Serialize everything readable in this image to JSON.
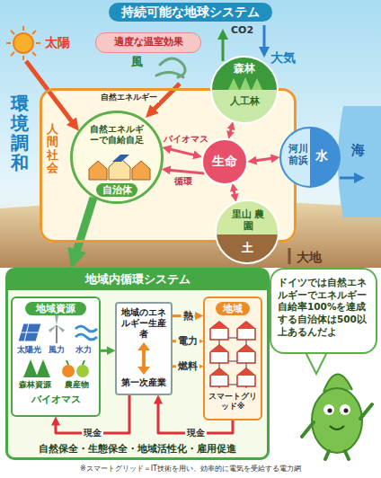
{
  "diagram": {
    "title": "持続可能な地球システム",
    "caption": "※スマートグリッド＝IT技術を用い、効率的に電気を受給する電力網",
    "nodes": [
      {
        "text": [
          "人間社会"
        ]
      },
      {
        "text": [
          "自然エネルギーで自給自足",
          "自治体"
        ],
        "in": 0
      },
      {
        "text": [
          "生命"
        ],
        "in": 0
      },
      {
        "text": [
          "森林",
          "人工林"
        ]
      },
      {
        "text": [
          "河川前浜",
          "水"
        ]
      },
      {
        "text": [
          "里山 農園",
          "土"
        ]
      },
      {
        "text": [
          "太陽"
        ]
      },
      {
        "text": [
          "適度な温室効果"
        ]
      },
      {
        "text": [
          "地域内循環システム",
          "自然保全・生態保全・地域活性化・雇用促進"
        ]
      },
      {
        "text": [
          "地域資源",
          "太陽光",
          "風力",
          "水力",
          "森林資源",
          "農産物",
          "バイオマス"
        ],
        "in": 8
      },
      {
        "text": [
          "地域のエネルギー生産者",
          "第一次産業"
        ],
        "in": 8
      },
      {
        "text": [
          "地域",
          "スマートグリッド※"
        ],
        "in": 8
      },
      {
        "text": [
          "ドイツでは自然エネルギーでエネルギー自給率100%を達成する自治体は500以上あるんだよ"
        ]
      }
    ],
    "edges": [
      {
        "from": 6,
        "to": 1,
        "label": "自然エネルギー",
        "arrow": "to"
      },
      {
        "from": 1,
        "to": 2,
        "label": "バイオマス",
        "arrow": "both"
      },
      {
        "from": 2,
        "to": 1,
        "label": "循環",
        "arrow": "to"
      },
      {
        "from": 2,
        "to": 3,
        "arrow": "both"
      },
      {
        "from": 2,
        "to": 4,
        "arrow": "both"
      },
      {
        "from": 2,
        "to": 5,
        "arrow": "both"
      },
      {
        "from": 1,
        "to": 8,
        "arrow": "to"
      },
      {
        "from": 9,
        "to": 10,
        "arrow": "to"
      },
      {
        "from": 10,
        "to": 11,
        "label": "熱",
        "arrow": "to"
      },
      {
        "from": 10,
        "to": 11,
        "label": "電力",
        "arrow": "to"
      },
      {
        "from": 10,
        "to": 11,
        "label": "燃料",
        "arrow": "to"
      },
      {
        "from": 11,
        "to": 10,
        "label": "現金",
        "arrow": "to"
      },
      {
        "from": 10,
        "to": 9,
        "label": "現金",
        "arrow": "to"
      }
    ],
    "labels": [
      "風",
      "CO2",
      "大気",
      "環境調和",
      "海",
      "大地"
    ]
  }
}
